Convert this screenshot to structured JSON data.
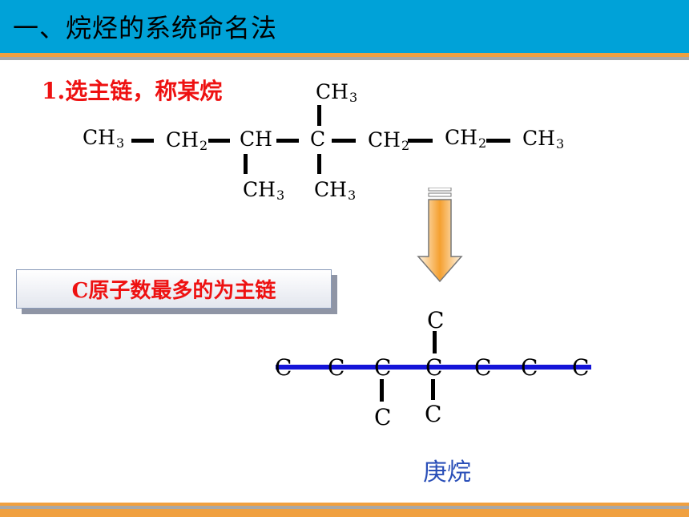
{
  "header": {
    "title": "一、烷烃的系统命名法"
  },
  "step": {
    "title": "1.选主链，称某烷"
  },
  "formula": {
    "f1": {
      "base": "CH",
      "sub": "3"
    },
    "f2": {
      "base": "CH",
      "sub": "2"
    },
    "f3": {
      "base": "CH",
      "sub": ""
    },
    "f4": {
      "base": "C",
      "sub": ""
    },
    "f5": {
      "base": "CH",
      "sub": "2"
    },
    "f6": {
      "base": "CH",
      "sub": "2"
    },
    "f7": {
      "base": "CH",
      "sub": "3"
    },
    "top": {
      "base": "CH",
      "sub": "3"
    },
    "bot1": {
      "base": "CH",
      "sub": "3"
    },
    "bot2": {
      "base": "CH",
      "sub": "3"
    }
  },
  "callout": {
    "text": "C原子数最多的为主链"
  },
  "skeleton": {
    "main": [
      "C",
      "C",
      "C",
      "C",
      "C",
      "C",
      "C"
    ],
    "top": "C",
    "bot1": "C",
    "bot2": "C"
  },
  "result": {
    "name": "庚烷"
  },
  "colors": {
    "header": "#00a2d8",
    "red_text": "#ee1111",
    "chain_line": "#1414d8",
    "name_text": "#2a4fb8"
  }
}
